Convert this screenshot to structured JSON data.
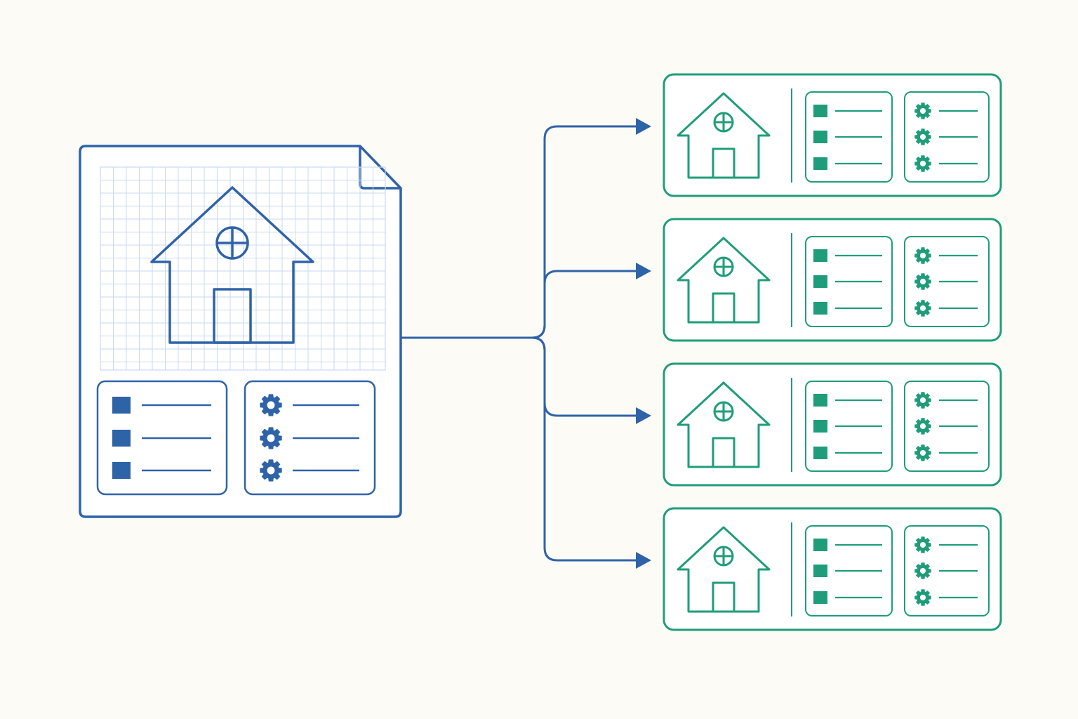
{
  "colors": {
    "background": "#fcfbf6",
    "blueprint": "#2f63a8",
    "grid": "#c9d8f2",
    "output": "#1f9d7a"
  },
  "source_document": {
    "icon": "house-icon",
    "bullet_items": 3,
    "gear_items": 3
  },
  "outputs": [
    {
      "icon": "house-icon",
      "bullet_items": 3,
      "gear_items": 3
    },
    {
      "icon": "house-icon",
      "bullet_items": 3,
      "gear_items": 3
    },
    {
      "icon": "house-icon",
      "bullet_items": 3,
      "gear_items": 3
    },
    {
      "icon": "house-icon",
      "bullet_items": 3,
      "gear_items": 3
    }
  ]
}
